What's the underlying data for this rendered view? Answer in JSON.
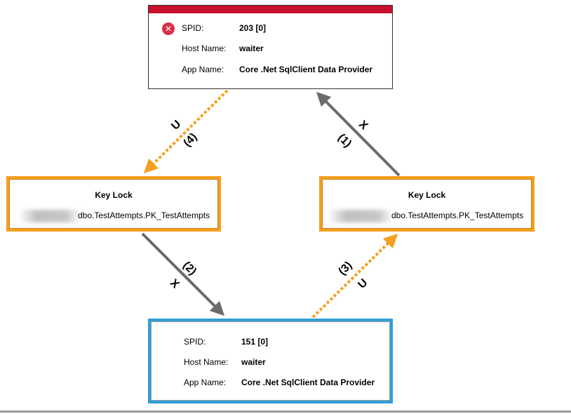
{
  "victim": {
    "status_icon": "error-x-icon",
    "spid_label": "SPID:",
    "spid_value": "203 [0]",
    "host_label": "Host Name:",
    "host_value": "waiter",
    "app_label": "App Name:",
    "app_value": "Core .Net SqlClient Data Provider"
  },
  "survivor": {
    "spid_label": "SPID:",
    "spid_value": "151 [0]",
    "host_label": "Host Name:",
    "host_value": "waiter",
    "app_label": "App Name:",
    "app_value": "Core .Net SqlClient Data Provider"
  },
  "lock_left": {
    "title": "Key Lock",
    "object": "dbo.TestAttempts.PK_TestAttempts"
  },
  "lock_right": {
    "title": "Key Lock",
    "object": "dbo.TestAttempts.PK_TestAttempts"
  },
  "edges": [
    {
      "step": "(1)",
      "mode": "X"
    },
    {
      "step": "(2)",
      "mode": "X"
    },
    {
      "step": "(3)",
      "mode": "U"
    },
    {
      "step": "(4)",
      "mode": "U"
    }
  ],
  "colors": {
    "owner_edge": "#6b6b6b",
    "request_edge": "#f5a01f",
    "victim_bar": "#c8102e",
    "survivor_border": "#2e9fd8",
    "lock_border": "#f5a01f"
  }
}
